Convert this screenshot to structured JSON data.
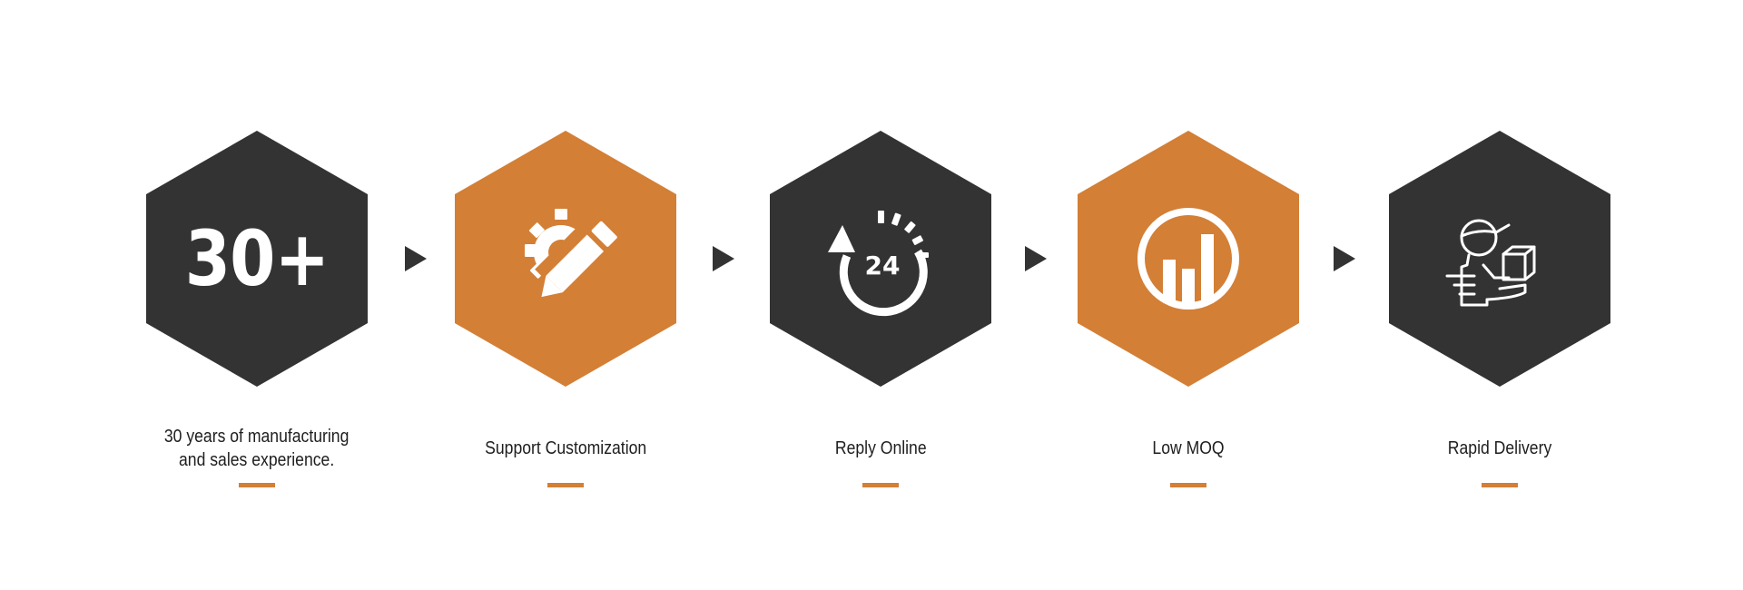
{
  "colors": {
    "dark": "#333333",
    "accent": "#d37f36",
    "icon": "#ffffff",
    "text": "#1e1e1e"
  },
  "features": [
    {
      "hex_color": "dark",
      "icon": "number-30-plus",
      "number": "30+",
      "caption": "30 years of manufacturing\nand sales experience."
    },
    {
      "hex_color": "accent",
      "icon": "gear-pencil-icon",
      "caption": "Support Customization"
    },
    {
      "hex_color": "dark",
      "icon": "clock-24-icon",
      "caption": "Reply Online"
    },
    {
      "hex_color": "accent",
      "icon": "bar-chart-icon",
      "caption": "Low MOQ"
    },
    {
      "hex_color": "dark",
      "icon": "delivery-person-icon",
      "caption": "Rapid Delivery"
    }
  ],
  "arrow_icon": "play-triangle-icon"
}
